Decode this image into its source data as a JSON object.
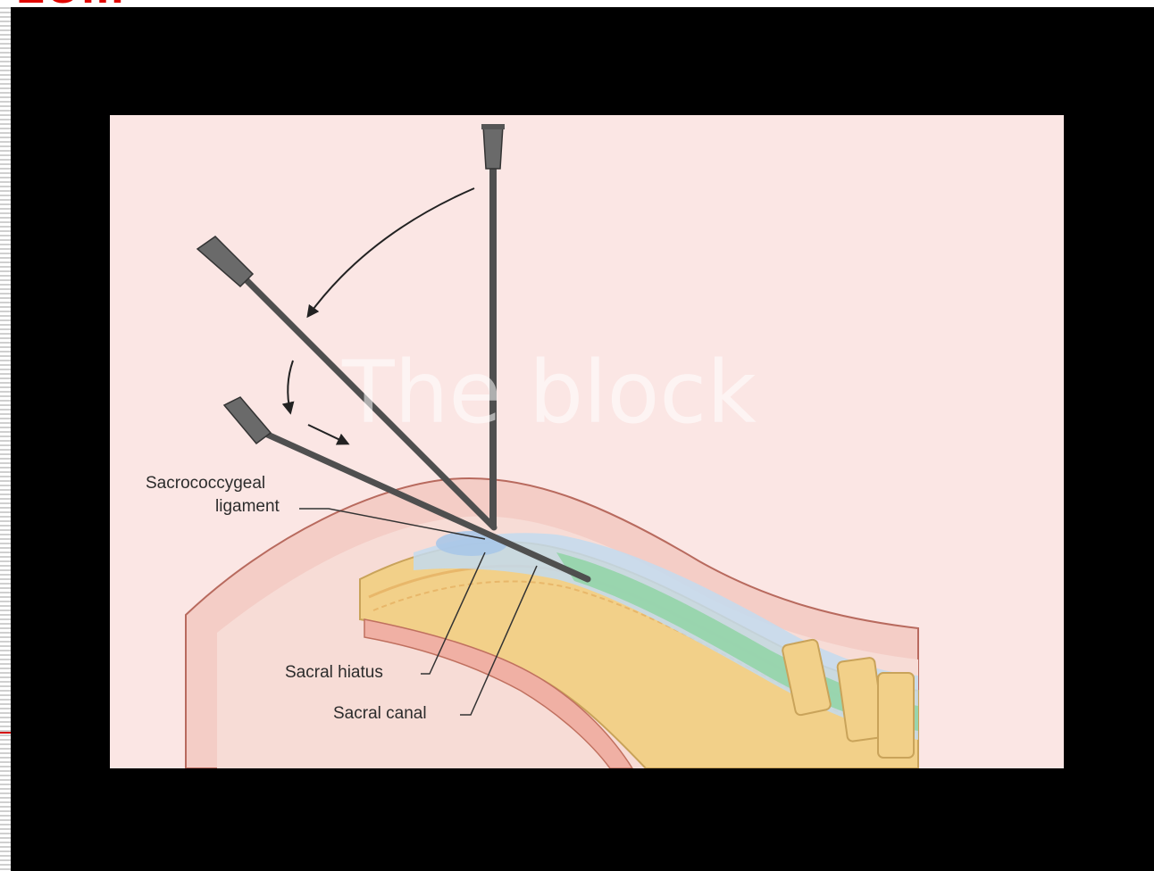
{
  "slide": {
    "heading_fragment": "LUIII"
  },
  "figure": {
    "watermark": "The block",
    "labels": {
      "sacrococcygeal_line1": "Sacrococcygeal",
      "sacrococcygeal_line2": "ligament",
      "sacral_hiatus": "Sacral hiatus",
      "sacral_canal": "Sacral canal"
    },
    "colors": {
      "background": "#fbe6e4",
      "skin": "#f2c4bd",
      "bone": "#f3d79a",
      "canal_blue": "#bcd6ea",
      "canal_green": "#8fd0a6",
      "needle": "#4a4a4a"
    }
  }
}
